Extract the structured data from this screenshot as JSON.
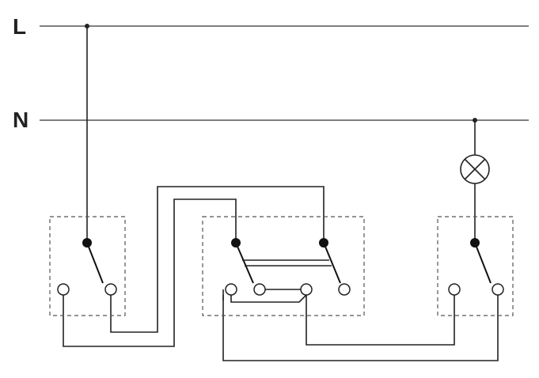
{
  "rails": {
    "line_label": "L",
    "neutral_label": "N"
  },
  "components": {
    "switch_left": {
      "type": "two-way-switch",
      "contacts": 2
    },
    "switch_middle": {
      "type": "intermediate-switch",
      "contacts": 4
    },
    "switch_right": {
      "type": "two-way-switch",
      "contacts": 2
    },
    "lamp": {
      "type": "lamp",
      "icon": "lamp-cross-icon"
    }
  },
  "colors": {
    "line": "#222222",
    "background": "#ffffff"
  }
}
